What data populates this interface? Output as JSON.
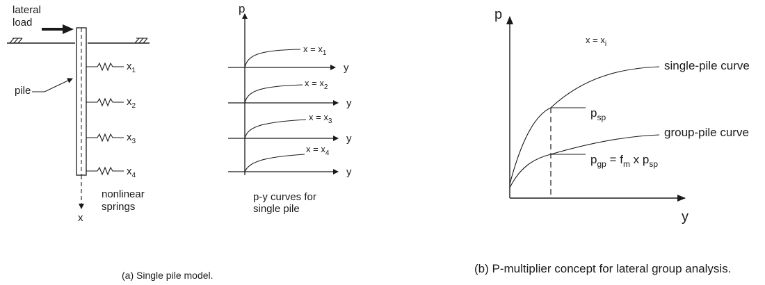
{
  "panel_a": {
    "lateral_load_line1": "lateral",
    "lateral_load_line2": "load",
    "pile_label": "pile",
    "x_axis_label": "x",
    "springs_line1": "nonlinear",
    "springs_line2": "springs",
    "spring_labels": [
      {
        "base": "x",
        "sub": "1"
      },
      {
        "base": "x",
        "sub": "2"
      },
      {
        "base": "x",
        "sub": "3"
      },
      {
        "base": "x",
        "sub": "4"
      }
    ],
    "py_p_label": "p",
    "py_y_label": "y",
    "py_curve_labels": [
      {
        "base": "x = x",
        "sub": "1"
      },
      {
        "base": "x = x",
        "sub": "2"
      },
      {
        "base": "x = x",
        "sub": "3"
      },
      {
        "base": "x = x",
        "sub": "4"
      }
    ],
    "py_caption_line1": "p-y curves for",
    "py_caption_line2": "single pile",
    "caption": "(a)  Single pile model."
  },
  "panel_b": {
    "p_label": "p",
    "y_label": "y",
    "depth_label": {
      "base": "x = x",
      "sub": "i"
    },
    "single_curve_label": "single-pile curve",
    "group_curve_label": "group-pile curve",
    "psp": {
      "base": "p",
      "sub": "sp"
    },
    "pgp": {
      "p": "p",
      "p_sub": "gp",
      "eq": " = f",
      "f_sub": "m",
      "x": " x p",
      "end_sub": "sp"
    },
    "caption": "(b)  P-multiplier concept for lateral group analysis."
  }
}
